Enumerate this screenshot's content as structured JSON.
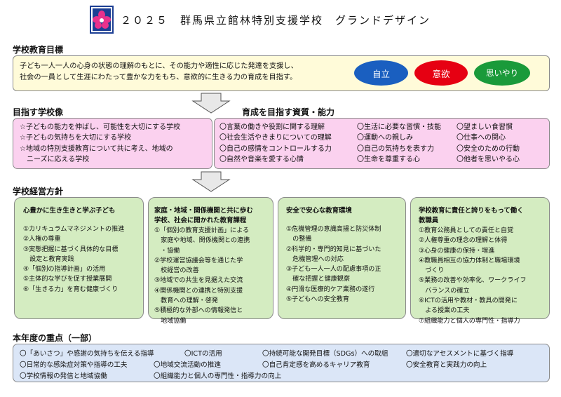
{
  "header": {
    "title": "２０２５　群馬県立館林特別支援学校　グランドデザイン"
  },
  "goal": {
    "heading": "学校教育目標",
    "lines": [
      "子ども一人一人の心身の状態の理解のもとに、その能力や適性に応じた発達を支援し、",
      "社会の一員として生涯にわたって豊かな力をもち、意欲的に生きる力の育成を目指す。"
    ],
    "ovals": [
      "自立",
      "意欲",
      "思いやり"
    ]
  },
  "school_image": {
    "heading": "目指す学校像",
    "lines": [
      "☆子どもの能力を伸ばし、可能性を大切にする学校",
      "☆子どもの気持ちを大切にする学校",
      "☆地域の特別支援教育について共に考え、地域の",
      "　ニーズに応える学校"
    ]
  },
  "abilities": {
    "heading": "育成を目指す資質・能力",
    "col1": [
      "〇言葉の働きや役割に関する理解",
      "〇社会生活やきまりについての理解",
      "〇自己の感情をコントロールする力",
      "〇自然や音楽を愛する心情"
    ],
    "col2": [
      "〇生活に必要な習慣・技能",
      "〇運動への親しみ",
      "〇自己の気持ちを表す力",
      "〇生命を尊重する心"
    ],
    "col3": [
      "〇望ましい食習慣",
      "〇仕事への関心",
      "〇安全のための行動",
      "〇他者を思いやる心"
    ]
  },
  "policy": {
    "heading": "学校経営方針",
    "columns": [
      {
        "title": [
          "心豊かに生き生きと学ぶ子ども"
        ],
        "items": [
          "①カリキュラムマネジメントの推進",
          "②人権の尊重",
          "③実態把握に基づく具体的な目標",
          "　設定と教育実践",
          "④「個別の指導計画」の活用",
          "⑤主体的な学びを促す授業展開",
          "⑥「生きる力」を育む健康づくり"
        ]
      },
      {
        "title": [
          "家庭・地域・関係機関と共に歩む",
          "学校、社会に開かれた教育課程"
        ],
        "items": [
          "①「個別の教育支援計画」による",
          "　家庭や地域、関係機関との連携",
          "　・協働",
          "②学校運営協議会等を通じた学",
          "　校経営の改善",
          "③地域での共生を見据えた交流",
          "④関係機関との連携と特別支援",
          "　教育への理解・啓発",
          "⑤積極的な外部への情報発信と",
          "　地域協働"
        ]
      },
      {
        "title": [
          "安全で安心な教育環境"
        ],
        "items": [
          "①危機管理の意識高揚と防災体制",
          "　の整備",
          "②科学的・専門的知見に基づいた",
          "　危機管理への対応",
          "③子ども一人一人の配慮事項の正",
          "　確な把握と健康観察",
          "④円滑な医療的ケア業務の遂行",
          "⑤子どもへの安全教育"
        ]
      },
      {
        "title": [
          "学校教育に責任と誇りをもって働く",
          "教職員"
        ],
        "items": [
          "①教育公務員としての責任と自覚",
          "②人権尊重の理念の理解と体得",
          "③心身の健康の保持・増進",
          "④教職員相互の協力体制と職場環境",
          "　づくり",
          "⑤業務の改善や効率化、ワークライフ",
          "　バランスの確立",
          "⑥ICTの活用や教材・教具の開発に",
          "　よる授業の工夫",
          "⑦組織能力と個人の専門性・指導力"
        ]
      }
    ]
  },
  "focus": {
    "heading": "本年度の重点（一部）",
    "rows": [
      [
        "〇「あいさつ」や感謝の気持ちを伝える指導",
        "〇ICTの活用",
        "〇持続可能な開発目標（SDGs）への取組",
        "〇適切なアセスメントに基づく指導"
      ],
      [
        "〇日常的な感染症対策や指導の工夫",
        "〇地域交流活動の推進",
        "〇自己肯定感を高めるキャリア教育",
        "〇安全教育と実践力の向上"
      ],
      [
        "〇学校情報の発信と地域協働",
        "〇組織能力と個人の専門性・指導力の向上"
      ]
    ]
  },
  "colors": {
    "goal_bg": "#fffbd9",
    "pink_bg": "#fbd1ef",
    "green_bg": "#d4ecc1",
    "blue_bg": "#dbe6f7",
    "oval_blue": "#1a5fc0",
    "oval_red": "#e60012",
    "oval_green": "#1a9a3a",
    "arrow_fill": "#e8e8e8"
  },
  "icons": [
    "school-logo-icon",
    "down-arrow-icon"
  ]
}
